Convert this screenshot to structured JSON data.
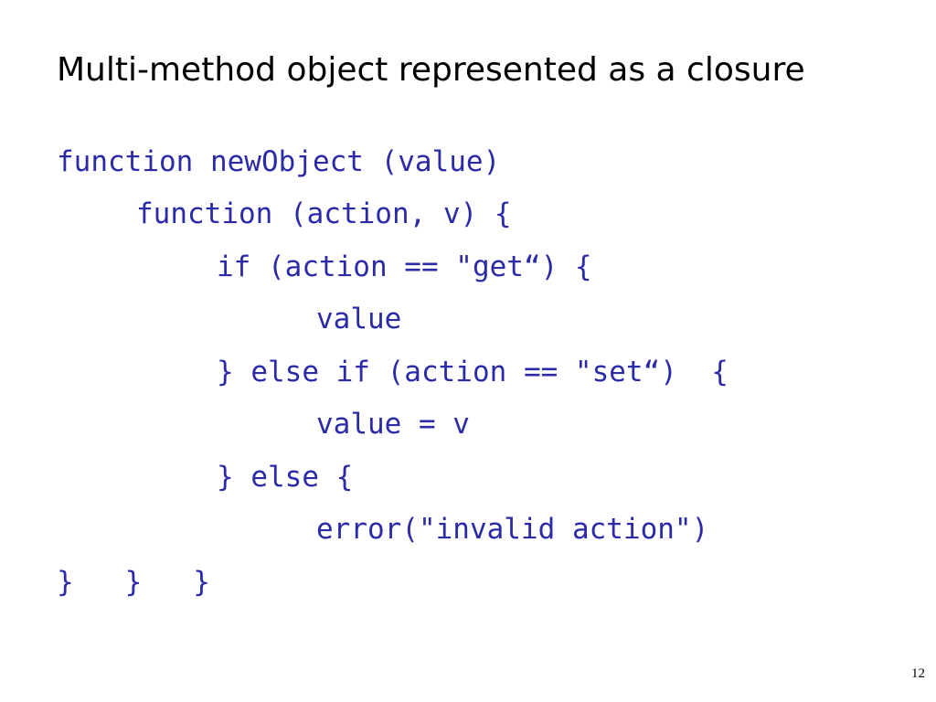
{
  "slide": {
    "title": "Multi-method object represented as a closure",
    "page_number": "12"
  },
  "code": {
    "color": "#2b2ba8",
    "lines": [
      {
        "indent": 0,
        "text": "function newObject (value)"
      },
      {
        "indent": 1,
        "text": "function (action, v) {"
      },
      {
        "indent": 2,
        "text": "if (action == \"get“) {"
      },
      {
        "indent": 3,
        "text": "value"
      },
      {
        "indent": 2,
        "text": "} else if (action == \"set“)  {"
      },
      {
        "indent": 3,
        "text": "value = v"
      },
      {
        "indent": 2,
        "text": "} else {"
      },
      {
        "indent": 3,
        "text": "error(\"invalid action\")"
      },
      {
        "indent": 0,
        "text": "}   }   }"
      }
    ]
  }
}
